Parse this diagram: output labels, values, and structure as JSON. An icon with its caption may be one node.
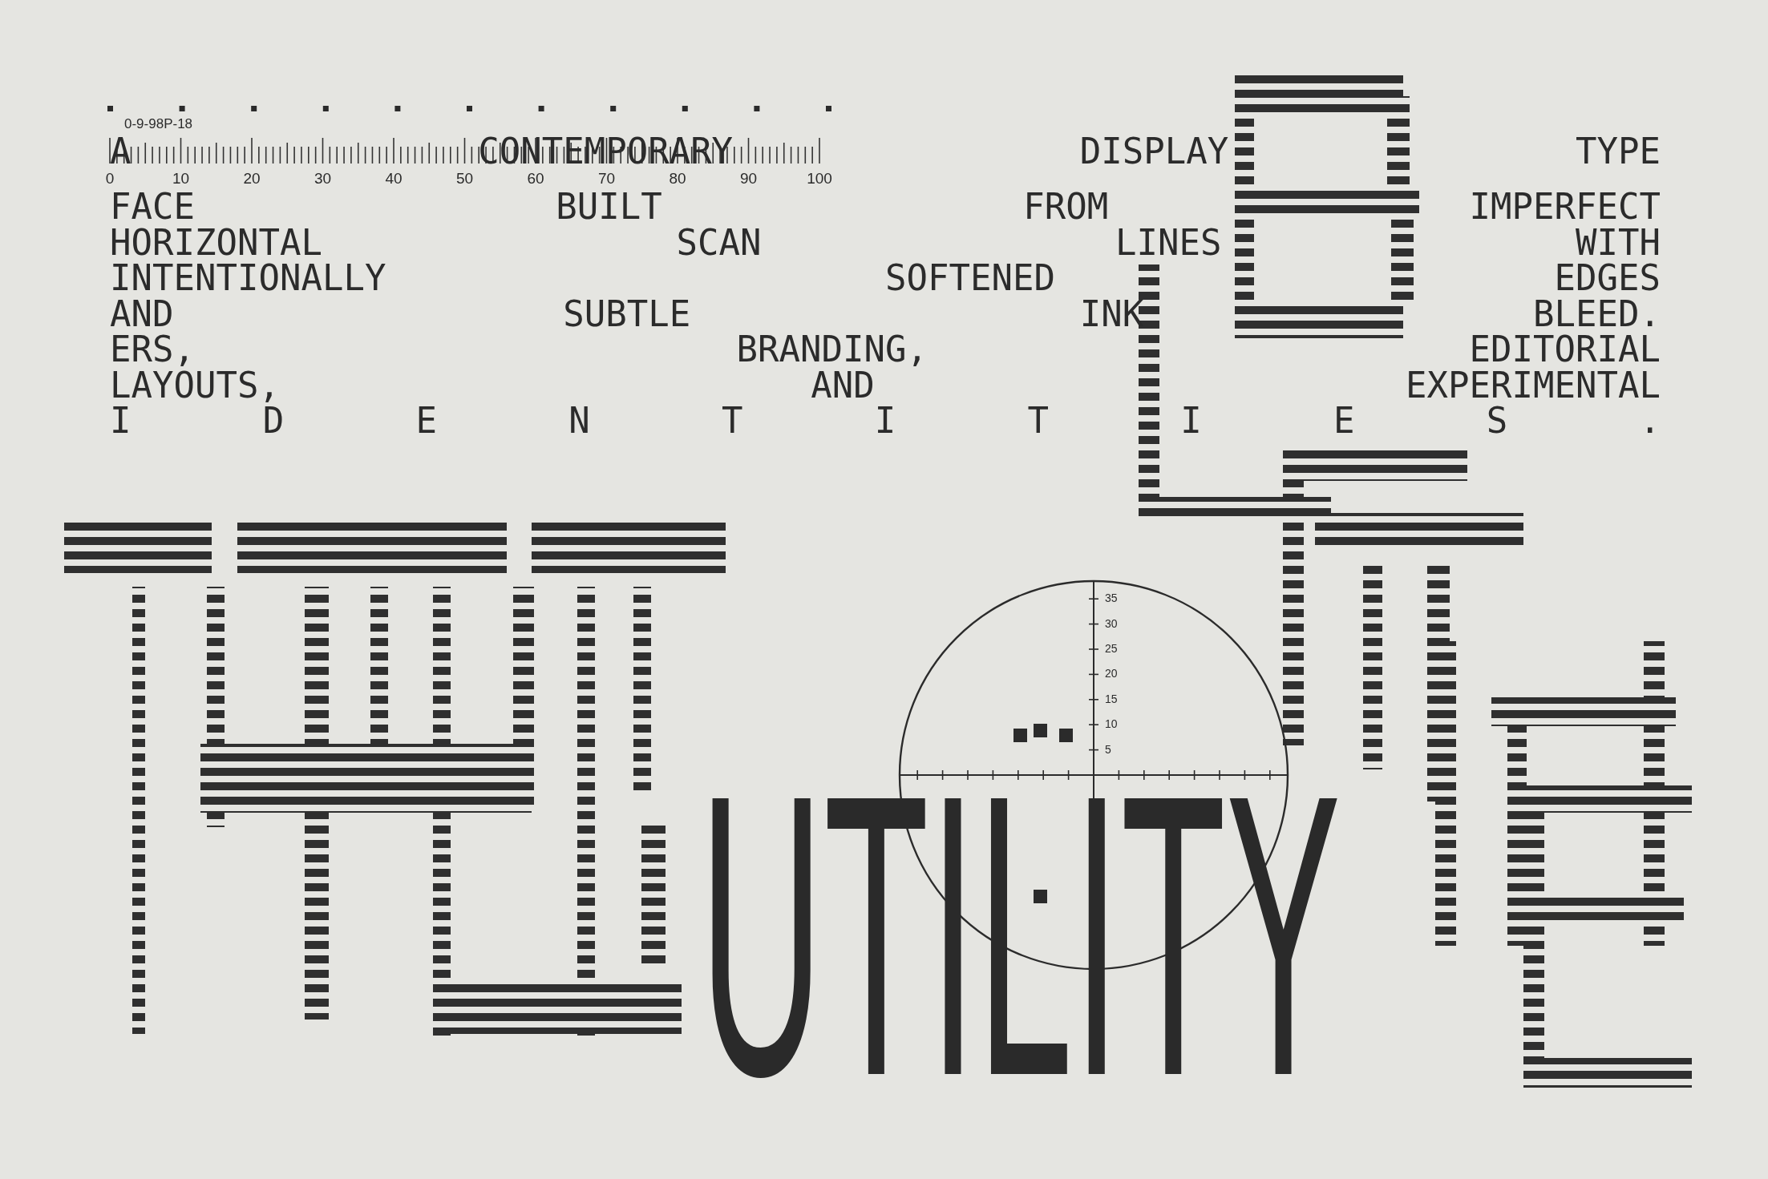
{
  "diagram": {
    "labels": [
      "0-9-98P-18",
      "0",
      "10",
      "20",
      "30",
      "40",
      "50",
      "60",
      "70",
      "80",
      "90",
      "100",
      "A CONTEMPORARY DISPLAY TYPE",
      "FACE BUILT FROM IMPERFECT",
      "HORIZONTAL SCAN LINES WITH",
      "INTENTIONALLY SOFTENED EDGES",
      "AND SUBTLE INK BLEED.",
      "ERS, BRANDING, EDITORIAL",
      "LAYOUTS, AND EXPERIMENTAL",
      "I D E N T I T I E S .",
      "35",
      "30",
      "25",
      "20",
      "15",
      "10",
      "5",
      "UTILITY"
    ]
  }
}
